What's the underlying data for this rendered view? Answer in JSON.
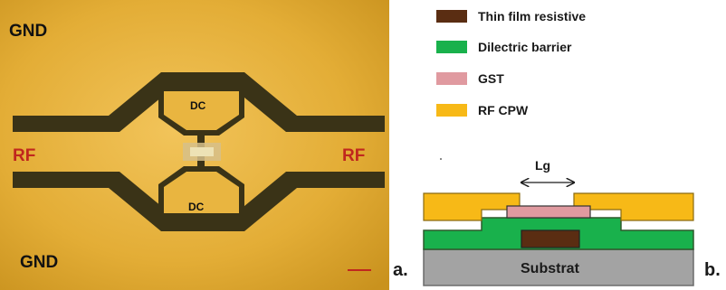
{
  "panel_a": {
    "gnd_top": "GND",
    "gnd_bottom": "GND",
    "rf_left": "RF",
    "rf_right": "RF",
    "dc_top": "DC",
    "dc_bottom": "DC",
    "panel_label": "a."
  },
  "legend": [
    {
      "label": "Thin film resistive",
      "color": "#5a2d12"
    },
    {
      "label": "Dilectric barrier",
      "color": "#19b14c"
    },
    {
      "label": "GST",
      "color": "#e09aa0"
    },
    {
      "label": "RF CPW",
      "color": "#f7b917"
    }
  ],
  "panel_b": {
    "gap_label": "Lg",
    "substrate_label": "Substrat",
    "panel_label": "b."
  },
  "colors": {
    "gold": "#e6b23a",
    "trace": "#3a3317",
    "label_black": "#111111",
    "label_red": "#c0271e",
    "substrate": "#a3a3a3"
  }
}
